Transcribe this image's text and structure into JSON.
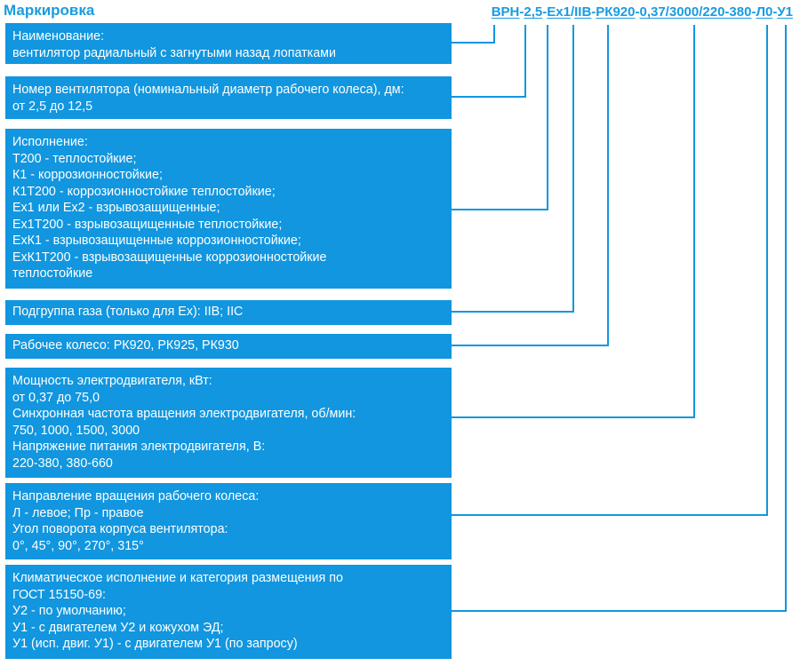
{
  "title": "Маркировка",
  "code": {
    "segments": [
      "ВРН",
      "2,5",
      "Ex1",
      "IIB",
      "РК920",
      "0,37/3000/220-380",
      "Л0",
      "У1"
    ],
    "separators": [
      "-",
      "-",
      "/",
      "-",
      "-",
      "-",
      "-"
    ]
  },
  "boxes": [
    {
      "lines": [
        "Наименование:",
        "вентилятор радиальный с загнутыми назад лопатками"
      ]
    },
    {
      "lines": [
        "Номер вентилятора (номинальный диаметр рабочего колеса), дм:",
        "от 2,5 до 12,5"
      ]
    },
    {
      "lines": [
        "Исполнение:",
        "Т200 - теплостойкие;",
        "К1 - коррозионностойкие;",
        "К1Т200 - коррозионностойкие теплостойкие;",
        "Ex1 или Ex2 - взрывозащищенные;",
        "Ex1Т200 - взрывозащищенные теплостойкие;",
        "ExК1 - взрывозащищенные коррозионностойкие;",
        "ExК1Т200 - взрывозащищенные коррозионностойкие",
        "теплостойкие"
      ]
    },
    {
      "lines": [
        "Подгруппа газа (только для Ex): IIB; IIC"
      ]
    },
    {
      "lines": [
        "Рабочее колесо: РК920, РК925, РК930"
      ]
    },
    {
      "lines": [
        "Мощность электродвигателя, кВт:",
        "от 0,37 до 75,0",
        "Синхронная частота вращения электродвигателя, об/мин:",
        "750, 1000, 1500, 3000",
        "Напряжение питания электродвигателя, В:",
        "220-380, 380-660"
      ]
    },
    {
      "lines": [
        "Направление вращения рабочего колеса:",
        "Л - левое; Пр - правое",
        "Угол поворота корпуса вентилятора:",
        "0°, 45°, 90°, 270°, 315°"
      ]
    },
    {
      "lines": [
        "Климатическое исполнение и категория размещения по",
        "ГОСТ 15150-69:",
        "У2 - по умолчанию;",
        "У1 - с двигателем У2 и кожухом ЭД;",
        "У1 (исп. двиг. У1) - с двигателем У1 (по запросу)"
      ]
    }
  ]
}
